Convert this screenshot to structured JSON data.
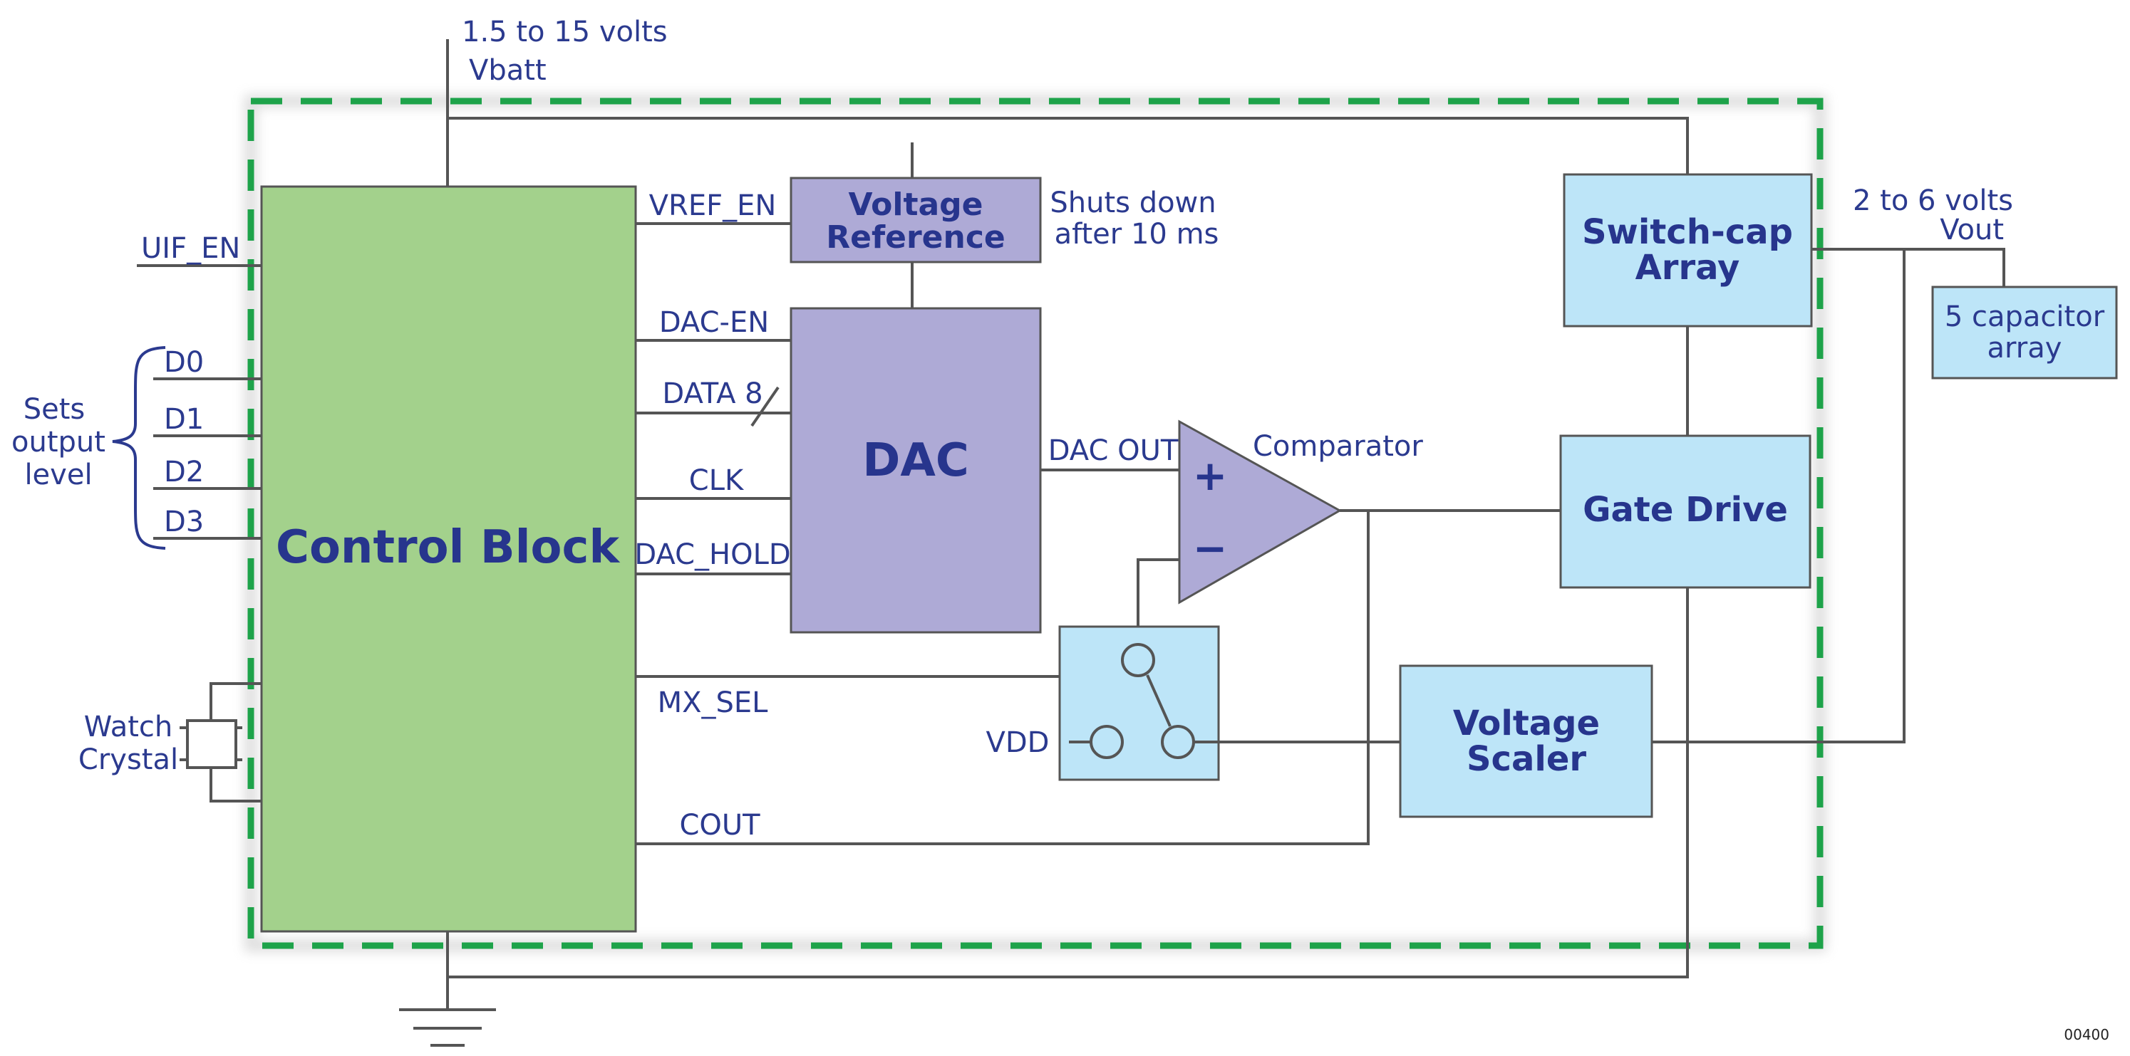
{
  "diagram": {
    "power": {
      "supply_range": "1.5 to 15 volts",
      "supply_name": "Vbatt"
    },
    "output": {
      "range": "2 to 6 volts",
      "name": "Vout"
    },
    "blocks": {
      "control": "Control Block",
      "vref_line1": "Voltage",
      "vref_line2": "Reference",
      "dac": "DAC",
      "switchcap_line1": "Switch-cap",
      "switchcap_line2": "Array",
      "gate_drive": "Gate Drive",
      "scaler_line1": "Voltage",
      "scaler_line2": "Scaler",
      "cap_array_line1": "5 capacitor",
      "cap_array_line2": "array"
    },
    "signals": {
      "uif_en": "UIF_EN",
      "d0": "D0",
      "d1": "D1",
      "d2": "D2",
      "d3": "D3",
      "vref_en": "VREF_EN",
      "dac_en": "DAC-EN",
      "data8": "DATA 8",
      "clk": "CLK",
      "dac_hold": "DAC_HOLD",
      "dac_out": "DAC OUT",
      "mx_sel": "MX_SEL",
      "cout": "COUT",
      "vdd": "VDD"
    },
    "notes": {
      "vref_note_line1": "Shuts down",
      "vref_note_line2": "after 10 ms",
      "sets_line1": "Sets",
      "sets_line2": "output",
      "sets_line3": "level",
      "crystal_line1": "Watch",
      "crystal_line2": "Crystal",
      "comparator": "Comparator",
      "plus": "+",
      "minus": "−",
      "figure_id": "00400"
    },
    "colors": {
      "control_fill": "#a3d18c",
      "purple_fill": "#aeaad6",
      "blue_fill": "#bde5f8",
      "boundary": "#1ea34a",
      "text": "#27358d",
      "wire": "#555555"
    }
  }
}
